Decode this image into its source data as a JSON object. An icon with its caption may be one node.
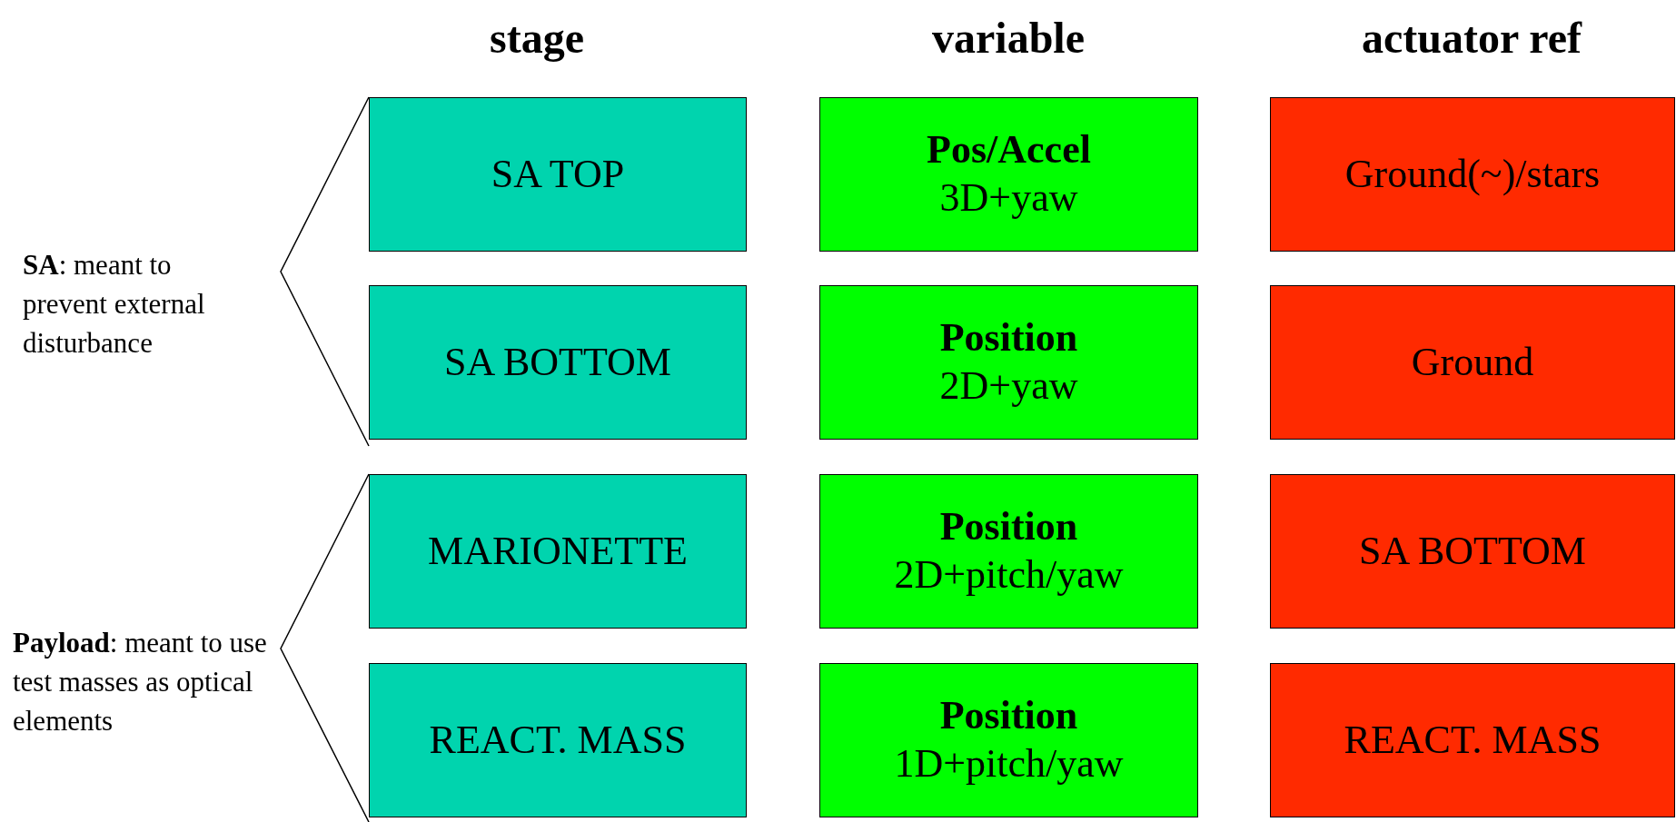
{
  "diagram": {
    "nodes": [
      {
        "text": [
          "SA TOP"
        ]
      },
      {
        "text": [
          "Pos/Accel",
          "3D+yaw"
        ]
      },
      {
        "text": [
          "Ground(~)/stars"
        ]
      },
      {
        "text": [
          "SA BOTTOM"
        ]
      },
      {
        "text": [
          "Position",
          "2D+yaw"
        ]
      },
      {
        "text": [
          "Ground"
        ]
      },
      {
        "text": [
          "MARIONETTE"
        ]
      },
      {
        "text": [
          "Position",
          "2D+pitch/yaw"
        ]
      },
      {
        "text": [
          "SA BOTTOM"
        ]
      },
      {
        "text": [
          "REACT. MASS"
        ]
      },
      {
        "text": [
          "Position",
          "1D+pitch/yaw"
        ]
      },
      {
        "text": [
          "REACT. MASS"
        ]
      }
    ],
    "labels": [
      "stage",
      "variable",
      "actuator ref",
      "**SA**: meant to prevent external disturbance",
      "**Payload**: meant to use test masses as optical elements"
    ]
  }
}
